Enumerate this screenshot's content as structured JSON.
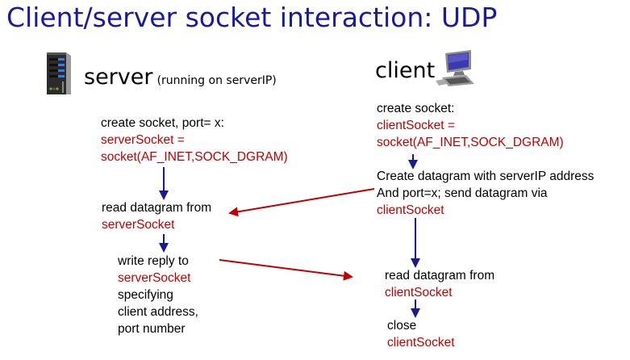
{
  "title": "Client/server socket interaction: UDP",
  "server": {
    "label": "server",
    "sublabel": "(running on serverIP)",
    "icon": "server-tower-icon",
    "steps": [
      {
        "lines": [
          {
            "text": "create socket, port= x:",
            "color": "black"
          },
          {
            "text": "serverSocket =",
            "color": "red"
          },
          {
            "text": "socket(AF_INET,SOCK_DGRAM)",
            "color": "red"
          }
        ]
      },
      {
        "lines": [
          {
            "text": "read datagram from",
            "color": "black"
          },
          {
            "text": "serverSocket",
            "color": "red"
          }
        ]
      },
      {
        "lines": [
          {
            "text": "write reply to",
            "color": "black"
          },
          {
            "text": "serverSocket",
            "color": "red"
          },
          {
            "text": "specifying",
            "color": "black"
          },
          {
            "text": "client address,",
            "color": "black"
          },
          {
            "text": "port number",
            "color": "black"
          }
        ]
      }
    ]
  },
  "client": {
    "label": "client",
    "icon": "desktop-computer-icon",
    "steps": [
      {
        "lines": [
          {
            "text": "create socket:",
            "color": "black"
          },
          {
            "text": "clientSocket =",
            "color": "red"
          },
          {
            "text": "socket(AF_INET,SOCK_DGRAM)",
            "color": "red"
          }
        ]
      },
      {
        "lines": [
          {
            "text": "Create datagram with serverIP address",
            "color": "black"
          },
          {
            "text": "And port=x; send datagram via",
            "color": "black"
          },
          {
            "text": "clientSocket",
            "color": "red"
          }
        ]
      },
      {
        "lines": [
          {
            "text": "read datagram from",
            "color": "black"
          },
          {
            "text": "clientSocket",
            "color": "red"
          }
        ]
      },
      {
        "lines": [
          {
            "text": "close",
            "color": "black"
          },
          {
            "text": "clientSocket",
            "color": "red"
          }
        ]
      }
    ]
  },
  "colors": {
    "title": "#1a1a9c",
    "code": "#c00000",
    "flow_arrow": "#1a1a8c",
    "message_arrow": "#c00000"
  }
}
